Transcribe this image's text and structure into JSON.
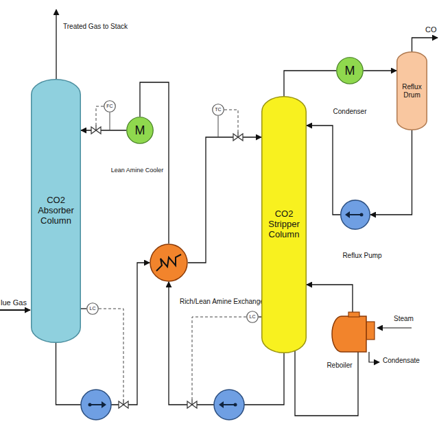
{
  "diagram": {
    "nodes": [
      {
        "text": [
          "CO2 Absorber Column"
        ]
      },
      {
        "text": [
          "FC"
        ]
      },
      {
        "text": [
          "M",
          "Lean Amine Cooler"
        ]
      },
      {
        "text": [
          "LC"
        ]
      },
      {
        "text": [
          "Rich/Lean Amine Exchanger"
        ]
      },
      {
        "text": [
          "TC"
        ]
      },
      {
        "text": [
          "CO2 Stripper Column"
        ]
      },
      {
        "text": [
          "LC"
        ]
      },
      {
        "text": [
          "M",
          "Condenser"
        ]
      },
      {
        "text": [
          "Reflux Drum"
        ]
      },
      {
        "text": [
          "Reflux Pump"
        ]
      },
      {
        "text": [
          "Reboiler"
        ]
      }
    ],
    "edges": [
      {
        "from": 0,
        "to": 4,
        "arrow": "to"
      },
      {
        "from": 4,
        "to": 6,
        "arrow": "to"
      },
      {
        "from": 6,
        "to": 8,
        "arrow": "none"
      },
      {
        "from": 8,
        "to": 9,
        "arrow": "to"
      },
      {
        "from": 9,
        "to": 10,
        "arrow": "to"
      },
      {
        "from": 10,
        "to": 6,
        "arrow": "to"
      },
      {
        "from": 6,
        "to": 4,
        "arrow": "to"
      },
      {
        "from": 4,
        "to": 2,
        "arrow": "none"
      },
      {
        "from": 2,
        "to": 0,
        "arrow": "to"
      },
      {
        "from": 6,
        "to": 11,
        "arrow": "none"
      },
      {
        "from": 11,
        "to": 6,
        "arrow": "to"
      },
      {
        "from": 0,
        "to": 3,
        "arrow": "none"
      },
      {
        "from": 6,
        "to": 7,
        "arrow": "none"
      }
    ],
    "labels": [
      "Treated Gas to Stack",
      "lue Gas",
      "CO",
      "Steam",
      "Condensate"
    ]
  }
}
